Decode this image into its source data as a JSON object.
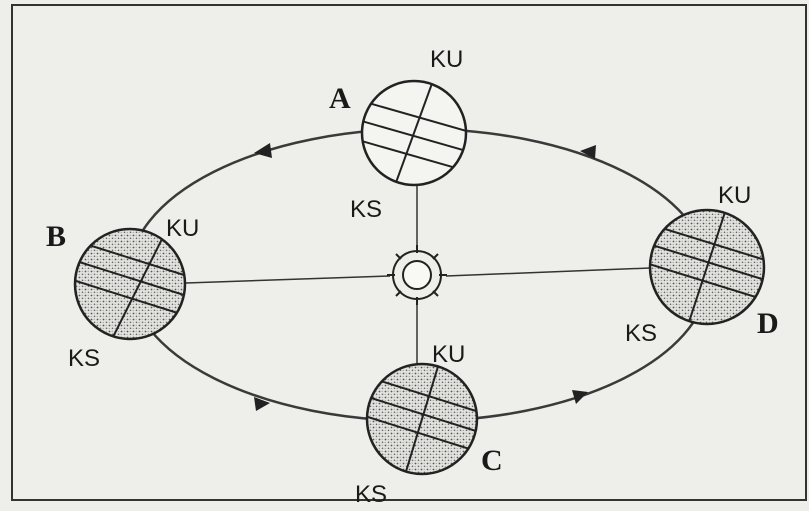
{
  "diagram": {
    "positions": [
      {
        "id": "A",
        "label": "A",
        "north": "KU",
        "south": "KS",
        "shaded": false
      },
      {
        "id": "B",
        "label": "B",
        "north": "KU",
        "south": "KS",
        "shaded": true
      },
      {
        "id": "C",
        "label": "C",
        "north": "KU",
        "south": "KS",
        "shaded": true
      },
      {
        "id": "D",
        "label": "D",
        "north": "KU",
        "south": "KS",
        "shaded": true
      }
    ],
    "colors": {
      "background": "#eeeeea",
      "frame": "#333333",
      "orbit": "#3a3a3a",
      "ink": "#1a1a1a",
      "earth_fill": "#f4f4f1"
    },
    "icons": [
      "sun-icon"
    ]
  }
}
